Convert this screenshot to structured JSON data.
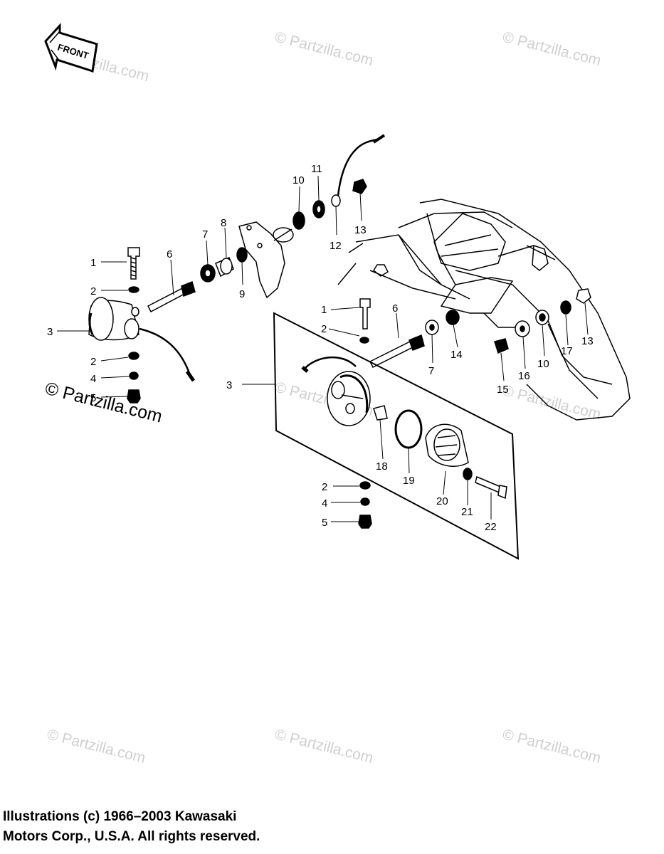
{
  "front_badge": {
    "label": "FRONT"
  },
  "watermarks": {
    "text": "© Partzilla.com",
    "large_text": "© Partzilla.com"
  },
  "callouts": [
    "1",
    "2",
    "3",
    "4",
    "5",
    "6",
    "7",
    "8",
    "9",
    "10",
    "11",
    "12",
    "13",
    "14",
    "15",
    "16",
    "17",
    "18",
    "19",
    "20",
    "21",
    "22"
  ],
  "copyright": {
    "line1": "Illustrations (c) 1966–2003 Kawasaki",
    "line2": "Motors Corp., U.S.A.  All rights reserved."
  },
  "colors": {
    "ink": "#000000",
    "watermark": "#cfcfcf",
    "background": "#ffffff"
  }
}
